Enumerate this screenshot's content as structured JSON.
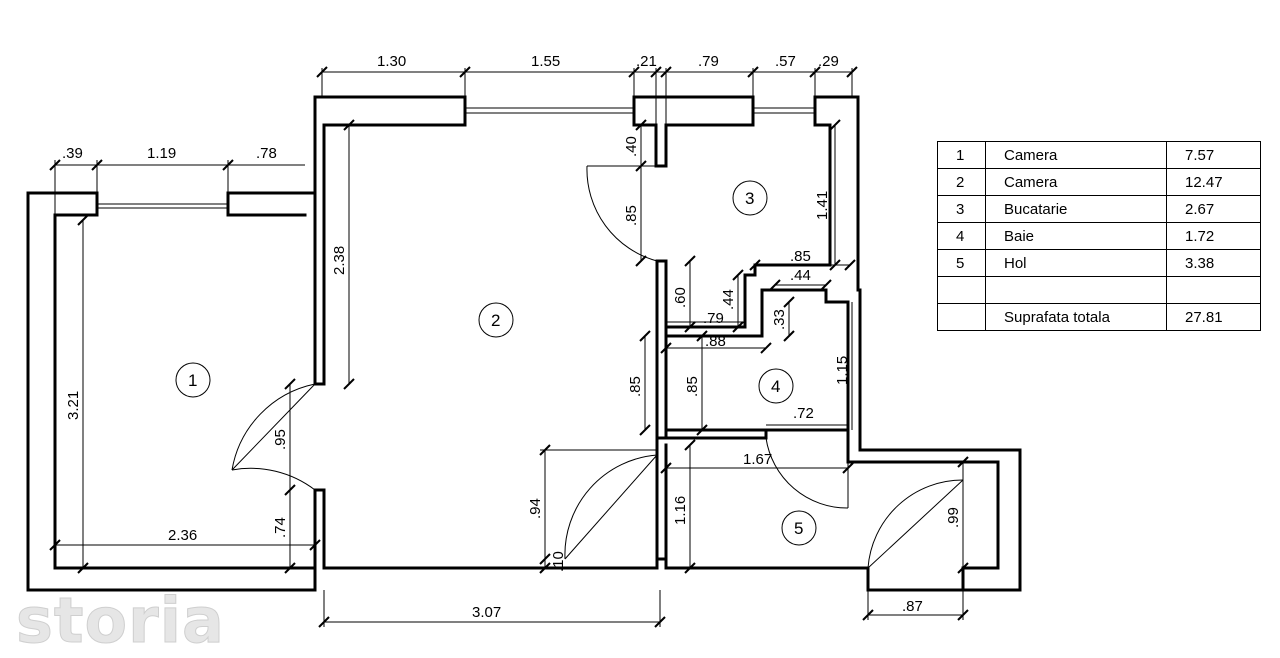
{
  "watermark": "storia",
  "rooms": [
    {
      "number": "1",
      "name": "Camera",
      "area": "7.57"
    },
    {
      "number": "2",
      "name": "Camera",
      "area": "12.47"
    },
    {
      "number": "3",
      "name": "Bucatarie",
      "area": "2.67"
    },
    {
      "number": "4",
      "name": "Baie",
      "area": "1.72"
    },
    {
      "number": "5",
      "name": "Hol",
      "area": "3.38"
    }
  ],
  "total": {
    "label": "Suprafata totala",
    "area": "27.81"
  },
  "dimensions": {
    "top_1_30": "1.30",
    "top_1_55": "1.55",
    "top_21": ".21",
    "top_79": ".79",
    "top_57": ".57",
    "top_29": ".29",
    "left_39": ".39",
    "left_1_19": "1.19",
    "left_78": ".78",
    "r1_3_21": "3.21",
    "r1_2_36": "2.36",
    "r1_95": ".95",
    "r1_74": ".74",
    "r2_2_38": "2.38",
    "r2_40": ".40",
    "r2_85": ".85",
    "r2_60": ".60",
    "r2_85b": ".85",
    "r2_94": ".94",
    "r2_10": ".10",
    "r2_3_07": "3.07",
    "r3_1_41": "1.41",
    "r3_85": ".85",
    "r3_44": ".44",
    "r3_44b": ".44",
    "r3_79": ".79",
    "r4_33": ".33",
    "r4_88": ".88",
    "r4_85": ".85",
    "r4_72": ".72",
    "r4_1_15": "1.15",
    "r5_1_67": "1.67",
    "r5_1_16": "1.16",
    "r5_99": ".99",
    "r5_87": ".87"
  }
}
